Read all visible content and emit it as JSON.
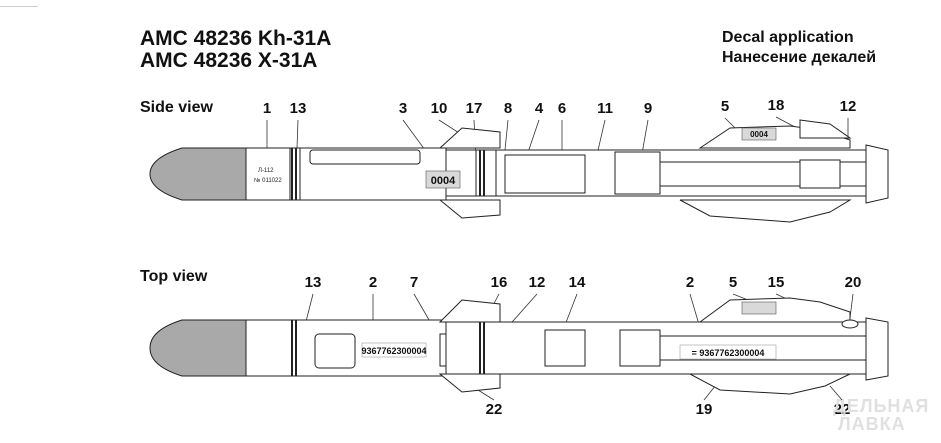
{
  "header": {
    "title_line1": "AMC 48236 Kh-31A",
    "title_line2": "AMC 48236 X-31A",
    "subtitle_en": "Decal application",
    "subtitle_ru": "Нанесение декалей"
  },
  "views": {
    "side_label": "Side view",
    "top_label": "Top view"
  },
  "side_callouts": [
    "1",
    "13",
    "3",
    "10",
    "17",
    "8",
    "4",
    "6",
    "11",
    "9",
    "5",
    "18",
    "12"
  ],
  "top_callouts": [
    "13",
    "2",
    "7",
    "16",
    "12",
    "14",
    "2",
    "5",
    "15",
    "20",
    "22",
    "19",
    "22"
  ],
  "decals": {
    "side_number": "0004",
    "fin_number": "0004",
    "top_serial": "9367762300004",
    "top_serial_rear": "= 9367762300004",
    "stencil_l112": "Л-112",
    "stencil_no": "№ 011022"
  },
  "watermark": {
    "line1": "ДЕЛЬНАЯ",
    "line2": "ЛАВКА"
  },
  "colors": {
    "nose": "#a9a9a9",
    "body": "#ffffff",
    "line": "#222222",
    "decal_box": "#d9d9d9"
  }
}
